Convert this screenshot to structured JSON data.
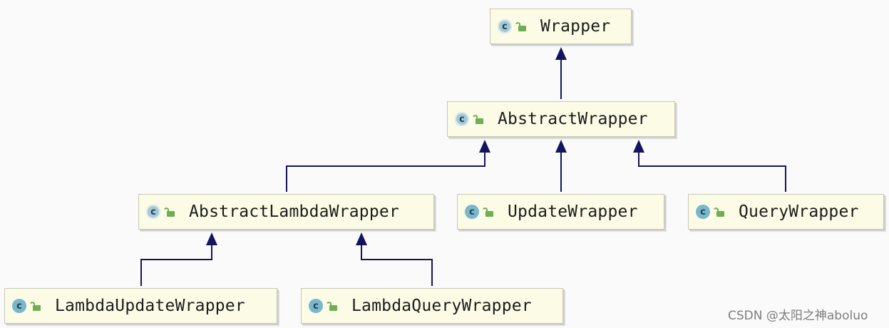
{
  "diagram": {
    "nodes": [
      {
        "id": "wrapper",
        "label": "Wrapper",
        "kind": "abstract-class",
        "icon": "class-icon"
      },
      {
        "id": "abstract-wrapper",
        "label": "AbstractWrapper",
        "kind": "abstract-class",
        "icon": "class-icon"
      },
      {
        "id": "abstract-lambda-wrapper",
        "label": "AbstractLambdaWrapper",
        "kind": "abstract-class",
        "icon": "class-icon"
      },
      {
        "id": "update-wrapper",
        "label": "UpdateWrapper",
        "kind": "class",
        "icon": "class-icon"
      },
      {
        "id": "query-wrapper",
        "label": "QueryWrapper",
        "kind": "class",
        "icon": "class-icon"
      },
      {
        "id": "lambda-update-wrapper",
        "label": "LambdaUpdateWrapper",
        "kind": "class",
        "icon": "class-icon"
      },
      {
        "id": "lambda-query-wrapper",
        "label": "LambdaQueryWrapper",
        "kind": "class",
        "icon": "class-icon"
      }
    ],
    "edges": [
      {
        "from": "abstract-wrapper",
        "to": "wrapper",
        "type": "extends"
      },
      {
        "from": "abstract-lambda-wrapper",
        "to": "abstract-wrapper",
        "type": "extends"
      },
      {
        "from": "update-wrapper",
        "to": "abstract-wrapper",
        "type": "extends"
      },
      {
        "from": "query-wrapper",
        "to": "abstract-wrapper",
        "type": "extends"
      },
      {
        "from": "lambda-update-wrapper",
        "to": "abstract-lambda-wrapper",
        "type": "extends"
      },
      {
        "from": "lambda-query-wrapper",
        "to": "abstract-lambda-wrapper",
        "type": "extends"
      }
    ],
    "class_icon_letter": "c",
    "visibility_icon": "public-lock-icon"
  },
  "colors": {
    "edge": "#14145e",
    "node_fill": "#fbfbe6",
    "class_icon": "#7ab6cc",
    "visibility_icon": "#6fae52"
  },
  "watermark": "CSDN @太阳之神aboluo"
}
